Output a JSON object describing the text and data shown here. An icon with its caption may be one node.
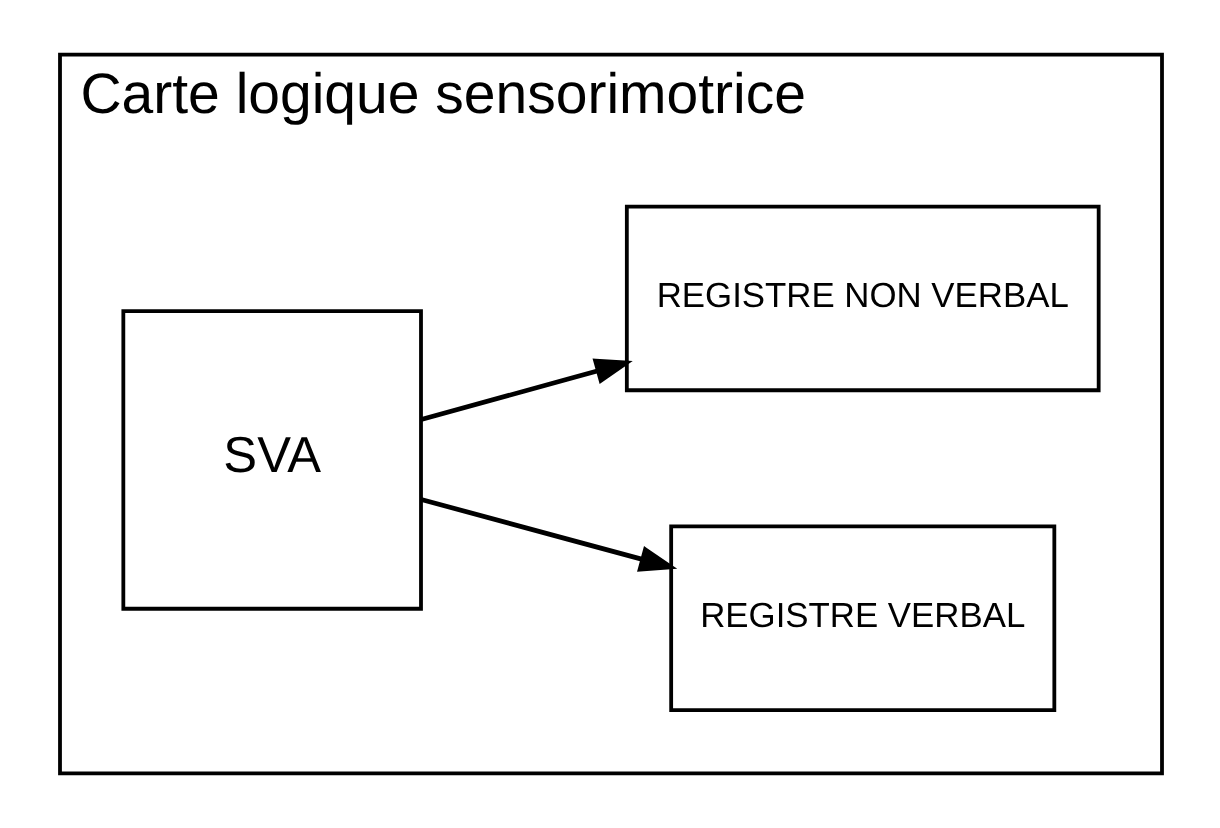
{
  "diagram": {
    "nodes": [
      {
        "text": [
          "Carte logique sensorimotrice"
        ]
      },
      {
        "text": [
          "SVA"
        ],
        "in": 0
      },
      {
        "text": [
          "REGISTRE VERBAL"
        ],
        "in": 0
      },
      {
        "text": [
          "REGISTRE NON VERBAL"
        ],
        "in": 0
      }
    ],
    "edges": [
      {
        "from": 1,
        "to": 2,
        "arrow": "to"
      },
      {
        "from": 1,
        "to": 3,
        "arrow": "to"
      }
    ]
  }
}
